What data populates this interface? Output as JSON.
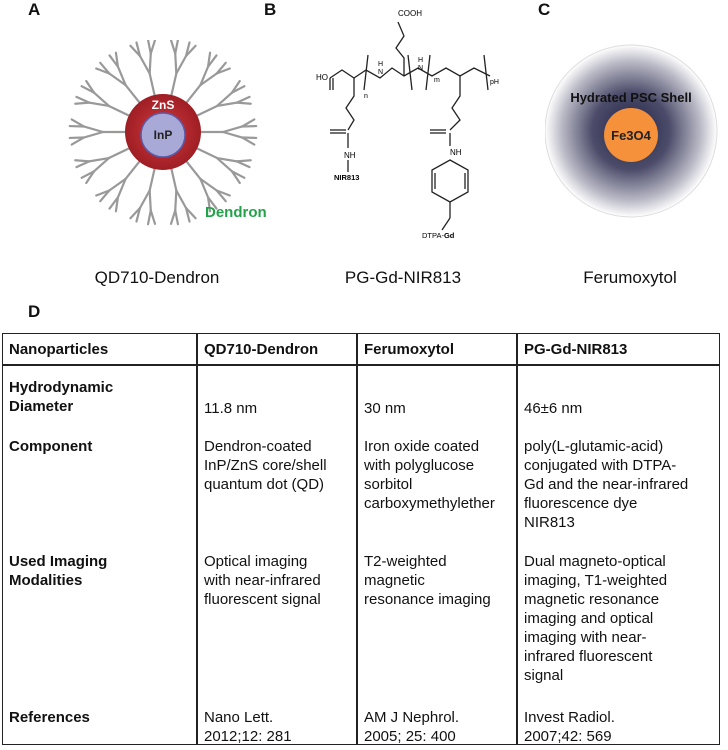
{
  "panels": {
    "a": {
      "letter": "A",
      "caption": "QD710-Dendron",
      "shell_label": "ZnS",
      "core_label": "InP",
      "dendron_label": "Dendron",
      "colors": {
        "shell": "#b3282d",
        "core": "#a9a9d8",
        "dendron": "#22a34a",
        "branches": "#999999"
      }
    },
    "b": {
      "letter": "B",
      "caption": "PG-Gd-NIR813",
      "labels": {
        "cooh": "COOH",
        "ho": "HO",
        "n": "n",
        "m": "m",
        "ph": "pH",
        "h1": "H",
        "n1": "N",
        "h2": "H",
        "n2": "N",
        "nh_left": "NH",
        "nir": "NIR813",
        "nh_right": "NH",
        "dtpa": "DTPA-",
        "gd": "Gd"
      }
    },
    "c": {
      "letter": "C",
      "caption": "Ferumoxytol",
      "shell_label": "Hydrated PSC Shell",
      "core_label": "Fe3O4",
      "colors": {
        "core": "#f5913a",
        "shell": "#1f1f44"
      }
    }
  },
  "table": {
    "letter": "D",
    "headers": [
      "Nanoparticles",
      "QD710-Dendron",
      "Ferumoxytol",
      "PG-Gd-NIR813"
    ],
    "rows": [
      {
        "label": "Hydrodynamic\nDiameter",
        "values": [
          "11.8 nm",
          "30 nm",
          "46±6 nm"
        ]
      },
      {
        "label": "Component",
        "values": [
          "Dendron-coated\nInP/ZnS core/shell\nquantum dot (QD)",
          "Iron oxide coated\nwith polyglucose\nsorbitol\ncarboxymethylether",
          "poly(L-glutamic-acid)\nconjugated with DTPA-\nGd and the near-infrared\nfluorescence dye\nNIR813"
        ]
      },
      {
        "label": "Used Imaging\nModalities",
        "values": [
          "Optical imaging\nwith near-infrared\nfluorescent signal",
          "T2-weighted\nmagnetic\nresonance imaging",
          " Dual magneto-optical\nimaging, T1-weighted\nmagnetic resonance\nimaging and optical\nimaging with near-\ninfrared fluorescent\nsignal"
        ]
      },
      {
        "label": "References",
        "values": [
          "Nano Lett.\n2012;12: 281",
          "AM J Nephrol.\n2005; 25: 400",
          "Invest Radiol.\n2007;42: 569"
        ]
      }
    ]
  }
}
